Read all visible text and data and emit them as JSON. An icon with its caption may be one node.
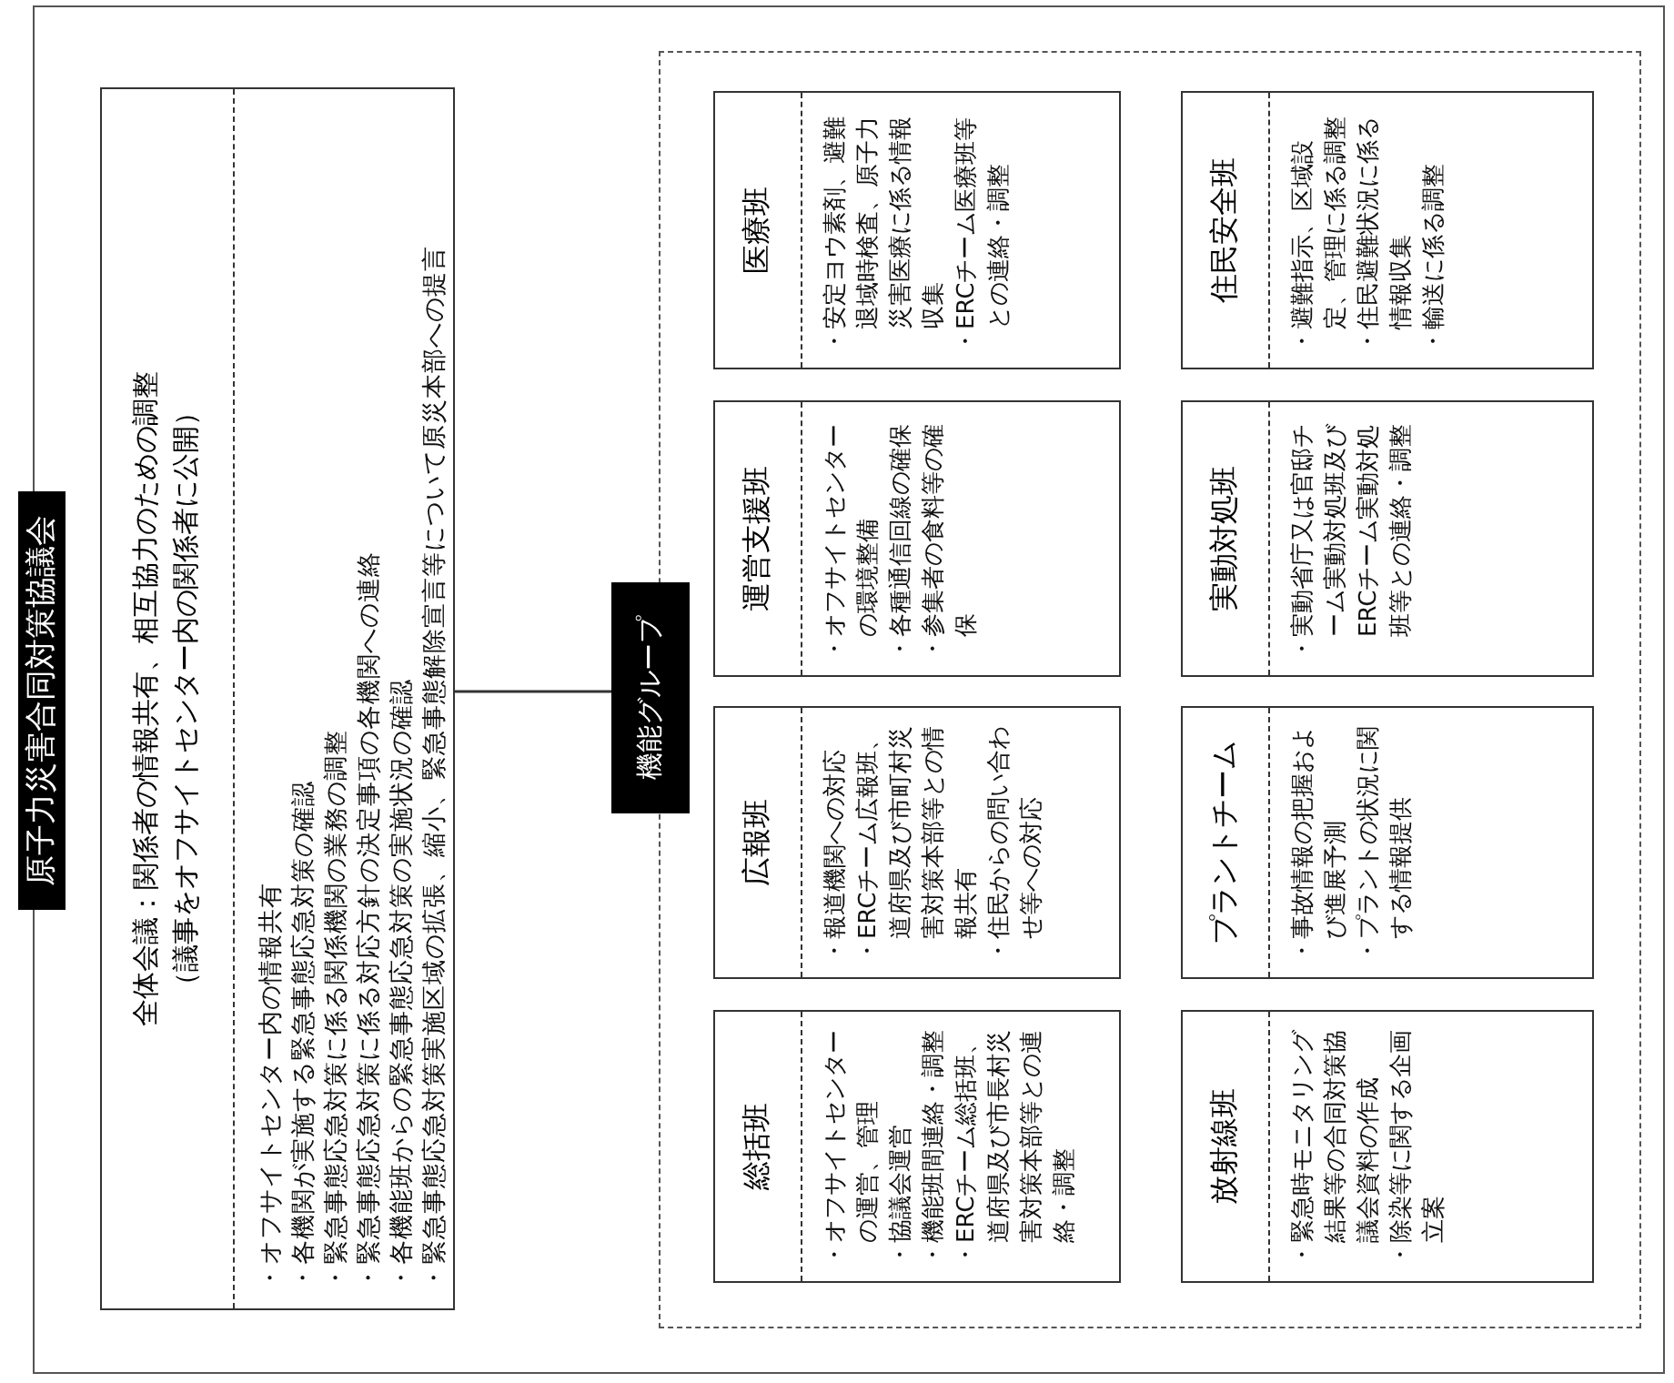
{
  "diagram": {
    "nodes": [
      {
        "text": [
          "原子力災害合同対策協議会"
        ]
      },
      {
        "text": [
          "全体会議：関係者の情報共有、相互協力のための調整",
          "（議事をオフサイトセンター内の関係者に公開）",
          "・オフサイトセンター内の情報共有",
          "・各機関が実施する緊急事態応急対策の確認",
          "・緊急事態応急対策に係る関係機関の業務の調整",
          "・緊急事態応急対策に係る対応方針の決定事項の各機関への連絡",
          "・各機能班からの緊急事態応急対策の実施状況の確認",
          "・緊急事態応急対策実施区域の拡張、縮小、緊急事態解除宣言等について原災本部への提言"
        ],
        "in": 0
      },
      {
        "text": [
          "機能グループ"
        ],
        "in": 0
      },
      {
        "text": [
          "総括班",
          "・オフサイトセンターの運営、管理",
          "・協議会運営",
          "・機能班間連絡・調整",
          "・ERCチーム総括班、道府県及び市長村災害対策本部等との連絡・調整"
        ],
        "in": 2
      },
      {
        "text": [
          "広報班",
          "・報道機関への対応",
          "・ERCチーム広報班、道府県及び市町村災害対策本部等との情報共有",
          "・住民からの問い合わせ等への対応"
        ],
        "in": 2
      },
      {
        "text": [
          "運営支援班",
          "・オフサイトセンターの環境整備",
          "・各種通信回線の確保",
          "・参集者の食料等の確保"
        ],
        "in": 2
      },
      {
        "text": [
          "医療班",
          "・安定ヨウ素剤、避難退域時検査、原子力災害医療に係る情報収集",
          "・ERCチーム医療班等との連絡・調整"
        ],
        "in": 2
      },
      {
        "text": [
          "放射線班",
          "・緊急時モニタリング結果等の合同対策協議会資料の作成",
          "・除染等に関する企画立案"
        ],
        "in": 2
      },
      {
        "text": [
          "プラントチーム",
          "・事故情報の把握および進展予測",
          "・プラントの状況に関する情報提供"
        ],
        "in": 2
      },
      {
        "text": [
          "実動対処班",
          "・実動省庁又は官邸チーム実動対処班及びERCチーム実動対処班等との連絡・調整"
        ],
        "in": 2
      },
      {
        "text": [
          "住民安全班",
          "・避難指示、区域設定、管理に係る調整",
          "・住民避難状況に係る情報収集",
          "・輸送に係る調整"
        ],
        "in": 2
      }
    ],
    "edges": [
      {
        "from": 1,
        "to": 2,
        "arrow": "none"
      }
    ]
  }
}
